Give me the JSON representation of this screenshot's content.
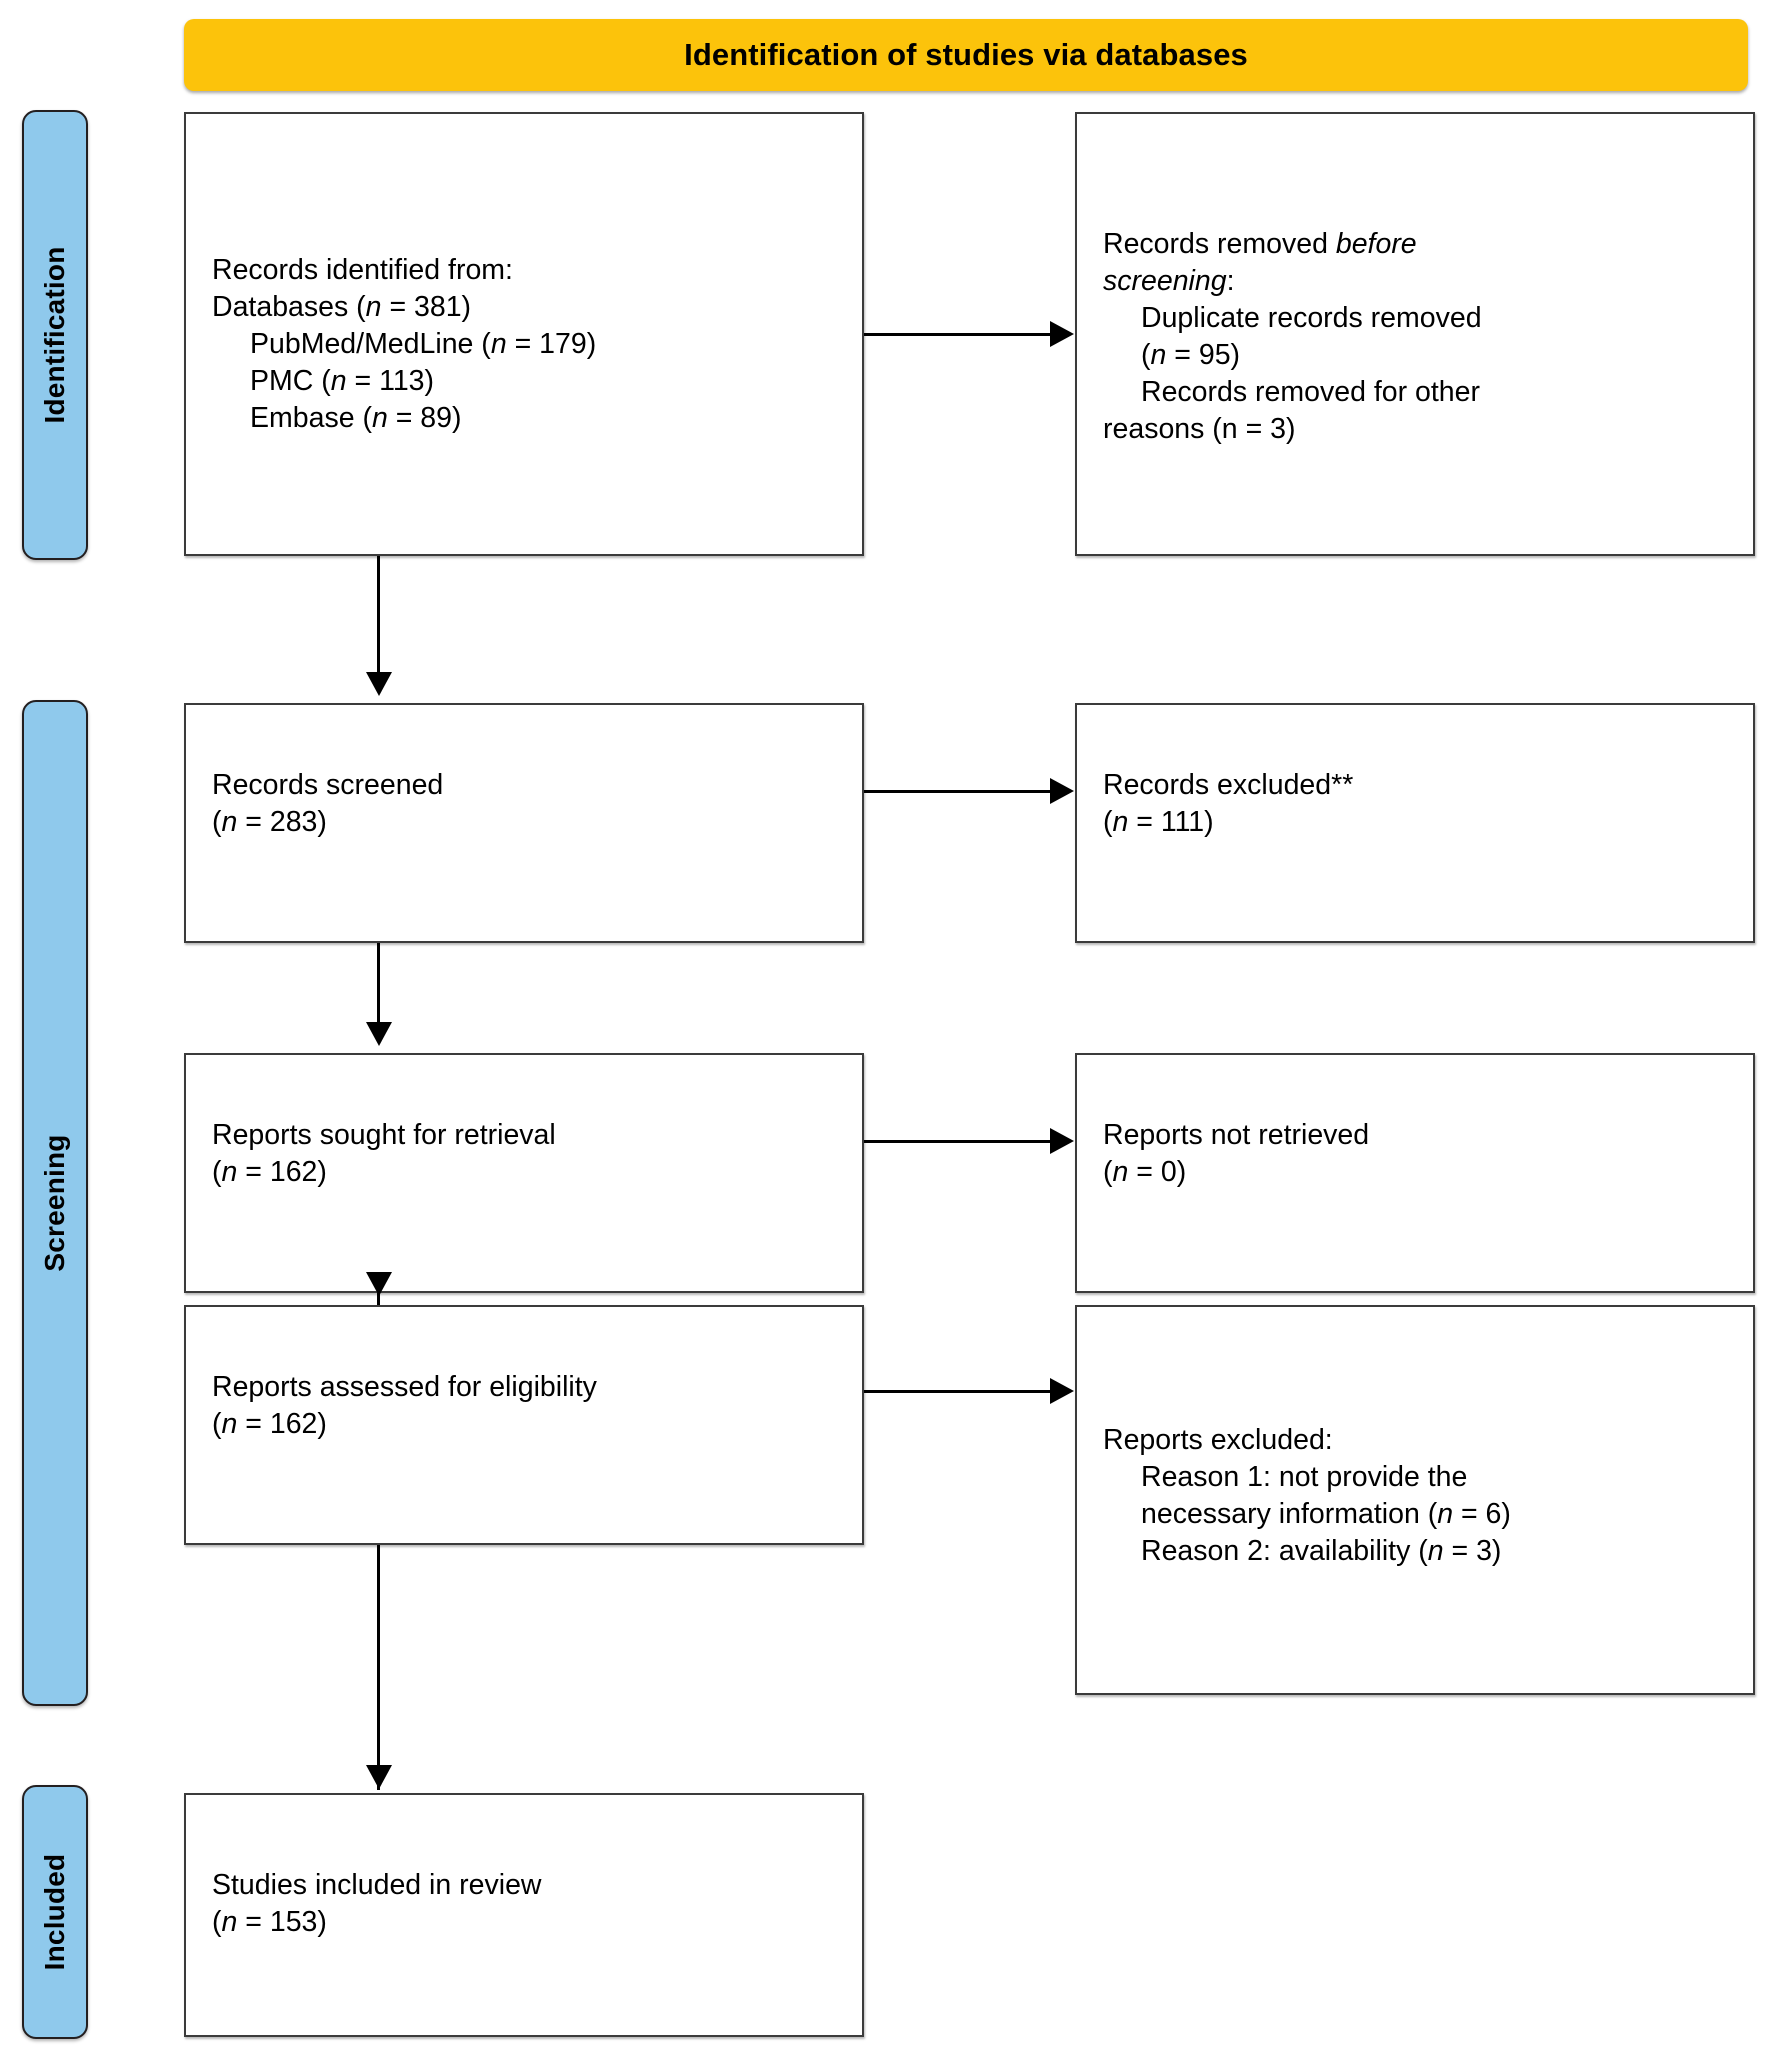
{
  "diagram": {
    "type": "prisma-flow-diagram",
    "banner_title": "Identification of studies via databases",
    "colors": {
      "banner": "#FCC30B",
      "stage_band": "#8FC9EC",
      "box_border": "#3b3b3b",
      "connector": "#000000",
      "text": "#000000"
    },
    "stages": [
      {
        "id": "identification",
        "label": "Identification"
      },
      {
        "id": "screening",
        "label": "Screening"
      },
      {
        "id": "included",
        "label": "Included"
      }
    ],
    "boxes": {
      "records_identified": {
        "line1": "Records identified from:",
        "line2_label": "Databases (",
        "line2_n": "n",
        "line2_value": " = 381)",
        "sources": [
          {
            "name": "PubMed/MedLine (",
            "n": "n",
            "value": " = 179)"
          },
          {
            "name": "PMC (",
            "n": "n",
            "value": " = 113)"
          },
          {
            "name": "Embase (",
            "n": "n",
            "value": " = 89)"
          }
        ]
      },
      "records_removed": {
        "line1_a": "Records removed ",
        "line1_b": "before",
        "line2_italic": "screening",
        "line2_colon": ":",
        "item1": "Duplicate records removed",
        "item1_n_open": "(",
        "item1_n": "n",
        "item1_value": " = 95)",
        "item2_a": "Records removed for other",
        "item2_b": "reasons (n = 3)"
      },
      "records_screened": {
        "line1": "Records screened",
        "n_open": "(",
        "n": "n",
        "value": " = 283)"
      },
      "records_excluded": {
        "line1": "Records excluded**",
        "n_open": "(",
        "n": "n",
        "value": " = 111)"
      },
      "reports_sought": {
        "line1": "Reports sought for retrieval",
        "n_open": "(",
        "n": "n",
        "value": " = 162)"
      },
      "reports_not_retrieved": {
        "line1": "Reports not retrieved",
        "n_open": "(",
        "n": "n",
        "value": " = 0)"
      },
      "reports_assessed": {
        "line1": "Reports assessed for eligibility",
        "n_open": "(",
        "n": "n",
        "value": " = 162)"
      },
      "reports_excluded": {
        "line1": "Reports excluded:",
        "reason1_a": "Reason 1: not provide the",
        "reason1_b": "necessary information (",
        "reason1_n": "n",
        "reason1_value": " = 6)",
        "reason2_a": "Reason 2: availability (",
        "reason2_n": "n",
        "reason2_value": " = 3)"
      },
      "studies_included": {
        "line1": "Studies included in review",
        "n_open": "(",
        "n": "n",
        "value": " = 153)"
      }
    },
    "counts": {
      "databases_total": 381,
      "pubmed_medline": 179,
      "pmc": 113,
      "embase": 89,
      "duplicates_removed": 95,
      "removed_other_reasons": 3,
      "records_screened": 283,
      "records_excluded": 111,
      "reports_sought": 162,
      "reports_not_retrieved": 0,
      "reports_assessed": 162,
      "excluded_reason1": 6,
      "excluded_reason2": 3,
      "studies_included": 153
    }
  }
}
